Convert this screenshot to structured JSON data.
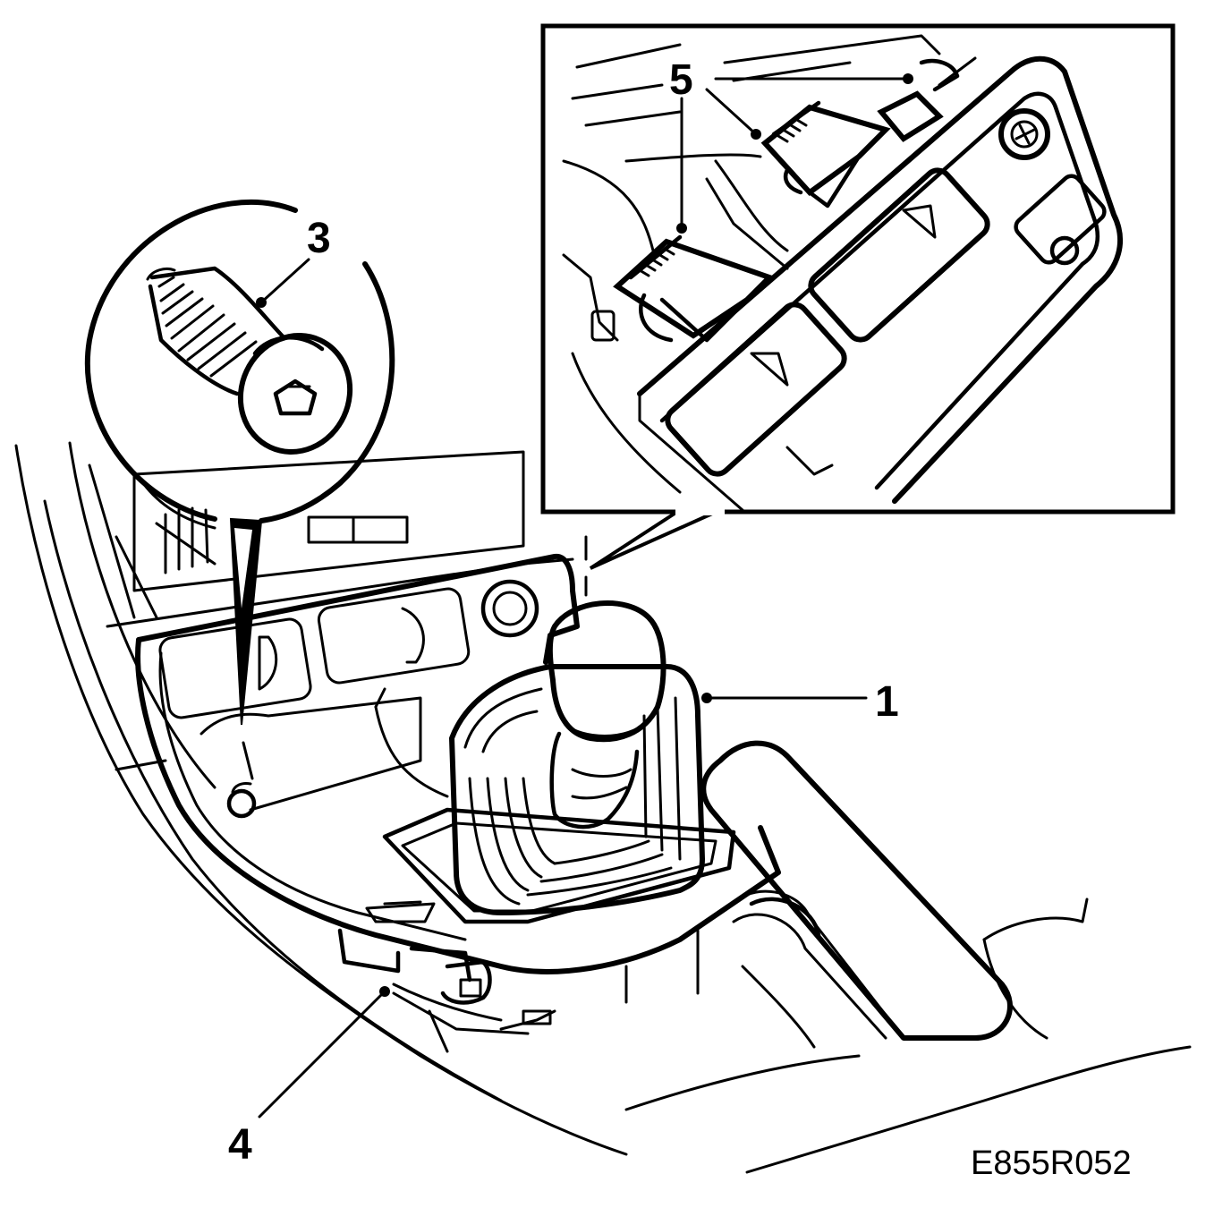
{
  "diagram": {
    "callouts": {
      "shift_boot": "1",
      "screw": "3",
      "connector": "4",
      "switch_connectors": "5"
    },
    "figure_code": "E855R052"
  }
}
